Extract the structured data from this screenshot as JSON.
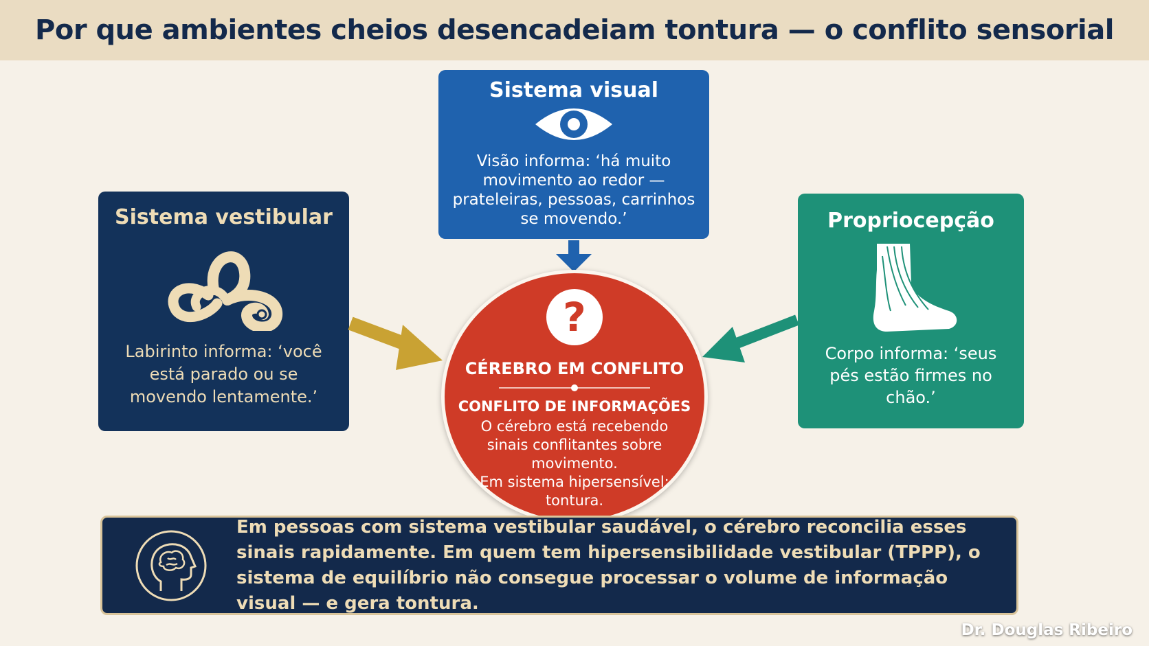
{
  "title": "Por que ambientes cheios desencadeiam tontura — o conflito sensorial",
  "visual": {
    "title": "Sistema visual",
    "text": "Visão informa: ‘há muito movimento ao redor — prateleiras, pessoas, carrinhos se movendo.’",
    "icon": "eye-icon",
    "color": "#1f62ae"
  },
  "vestibular": {
    "title": "Sistema vestibular",
    "text": "Labirinto informa: ‘você está parado ou se movendo lentamente.’",
    "icon": "inner-ear-icon",
    "color": "#13325a"
  },
  "proprio": {
    "title": "Propriocepção",
    "text": "Corpo informa: ‘seus pés estão firmes no chão.’",
    "icon": "foot-icon",
    "color": "#1e9178"
  },
  "center": {
    "title": "CÉREBRO EM CONFLITO",
    "subtitle": "CONFLITO DE INFORMAÇÕES",
    "text": "O cérebro está recebendo sinais conflitantes sobre movimento.",
    "text2": "Em sistema hipersensível: tontura.",
    "icon": "question-mark-icon",
    "color": "#cf3b27"
  },
  "bottom": {
    "text": "Em pessoas com sistema vestibular saudável, o cérebro reconcilia esses sinais rapidamente. Em quem tem hipersensibilidade vestibular (TPPP), o sistema de equilíbrio não consegue processar o volume de informação visual — e gera tontura.",
    "icon": "brain-head-icon"
  },
  "signature": "Dr. Douglas Ribeiro"
}
